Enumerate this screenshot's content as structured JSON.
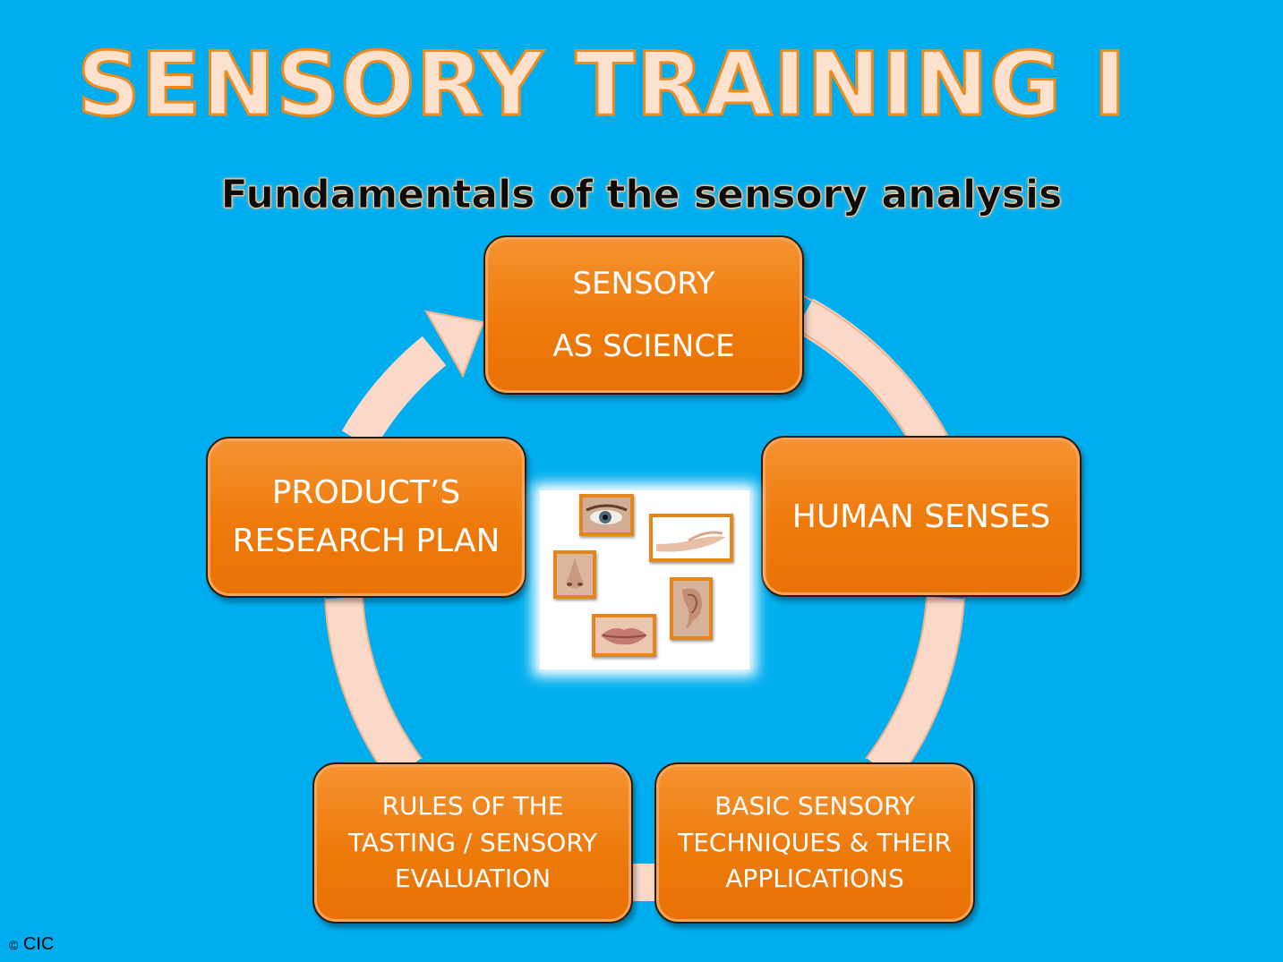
{
  "slide": {
    "title": "SENSORY TRAINING I",
    "subtitle": "Fundamentals of the sensory analysis",
    "copyright_symbol": "©",
    "copyright_text": "CIC"
  },
  "cycle": {
    "nodes": [
      {
        "id": "science",
        "lines": [
          "SENSORY",
          "AS SCIENCE"
        ]
      },
      {
        "id": "senses",
        "lines": [
          "HUMAN SENSES"
        ]
      },
      {
        "id": "techniques",
        "lines": [
          "BASIC SENSORY",
          "TECHNIQUES & THEIR",
          "APPLICATIONS"
        ]
      },
      {
        "id": "rules",
        "lines": [
          "RULES OF THE",
          "TASTING / SENSORY",
          "EVALUATION"
        ]
      },
      {
        "id": "plan",
        "lines": [
          "PRODUCT’S",
          "RESEARCH PLAN"
        ]
      }
    ]
  },
  "senses_images": [
    "eye-photo",
    "hand-photo",
    "nose-photo",
    "ear-photo",
    "lips-photo"
  ],
  "colors": {
    "background": "#00aeef",
    "box": "#ee7a0b",
    "ring": "#fbd9c8",
    "title_fill": "#fde1cf",
    "title_stroke": "#f08a1c"
  }
}
